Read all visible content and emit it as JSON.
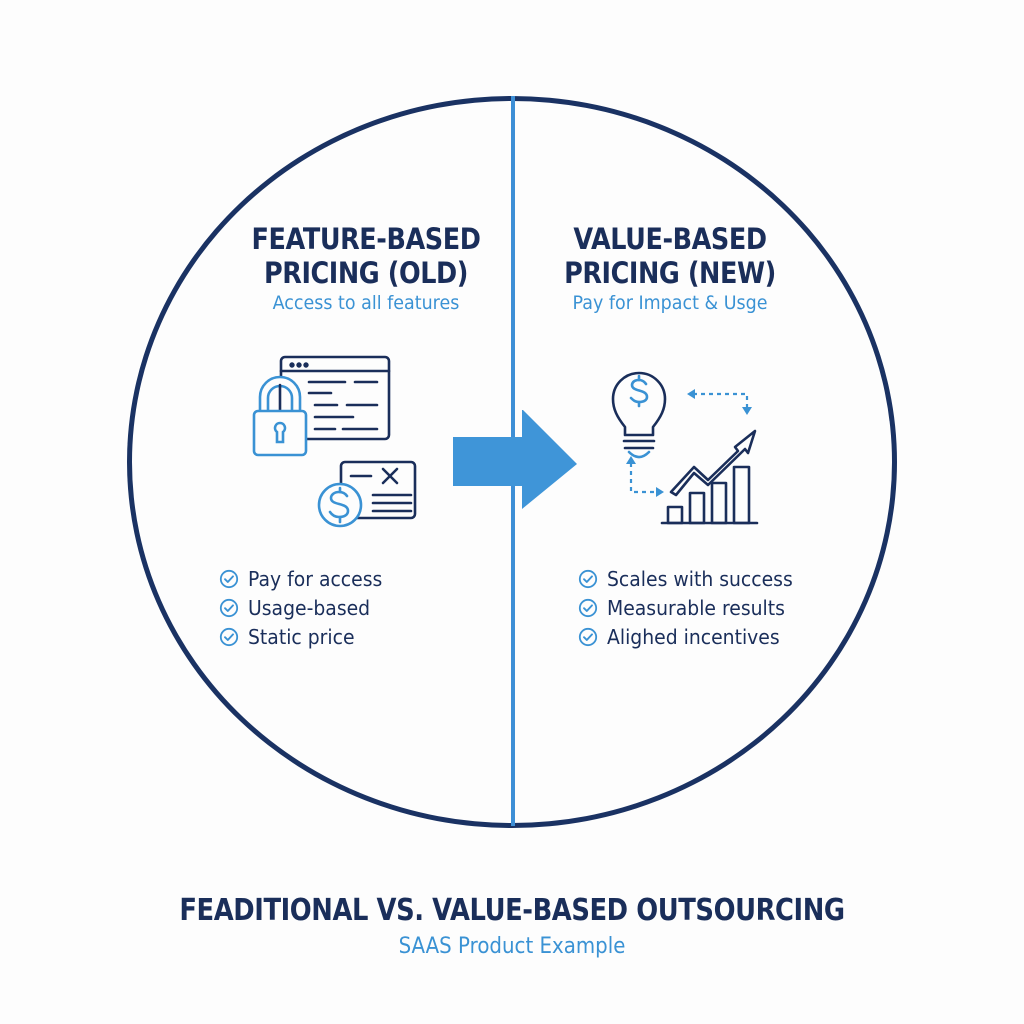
{
  "colors": {
    "navy": "#1a2e5a",
    "circle_outline": "#1a3263",
    "accent_blue": "#3d8fd6",
    "arrow_blue": "#3f95d8",
    "background": "#fdfdfd"
  },
  "left_panel": {
    "title_line1": "FEATURE-BASED",
    "title_line2": "PRICING (OLD)",
    "subtitle": "Access to all features",
    "icons": [
      "padlock-icon",
      "browser-window-icon",
      "dollar-coin-icon",
      "invoice-cancel-icon"
    ],
    "checklist": [
      {
        "icon": "check-circle-icon",
        "label": "Pay for access"
      },
      {
        "icon": "check-circle-icon",
        "label": "Usage-based"
      },
      {
        "icon": "check-circle-icon",
        "label": "Static price"
      }
    ]
  },
  "transition": {
    "icon": "arrow-right-icon"
  },
  "right_panel": {
    "title_line1": "VALUE-BASED",
    "title_line2": "PRICING (NEW)",
    "subtitle": "Pay for Impact & Usge",
    "icons": [
      "lightbulb-dollar-icon",
      "growth-chart-icon",
      "dashed-cycle-arrows-icon"
    ],
    "checklist": [
      {
        "icon": "check-circle-icon",
        "label": "Scales with success"
      },
      {
        "icon": "check-circle-icon",
        "label": "Measurable results"
      },
      {
        "icon": "check-circle-icon",
        "label": "Alighed incentives"
      }
    ]
  },
  "footer": {
    "title": "FEADITIONAL VS. VALUE-BASED OUTSOURCING",
    "subtitle": "SAAS Product Example"
  }
}
